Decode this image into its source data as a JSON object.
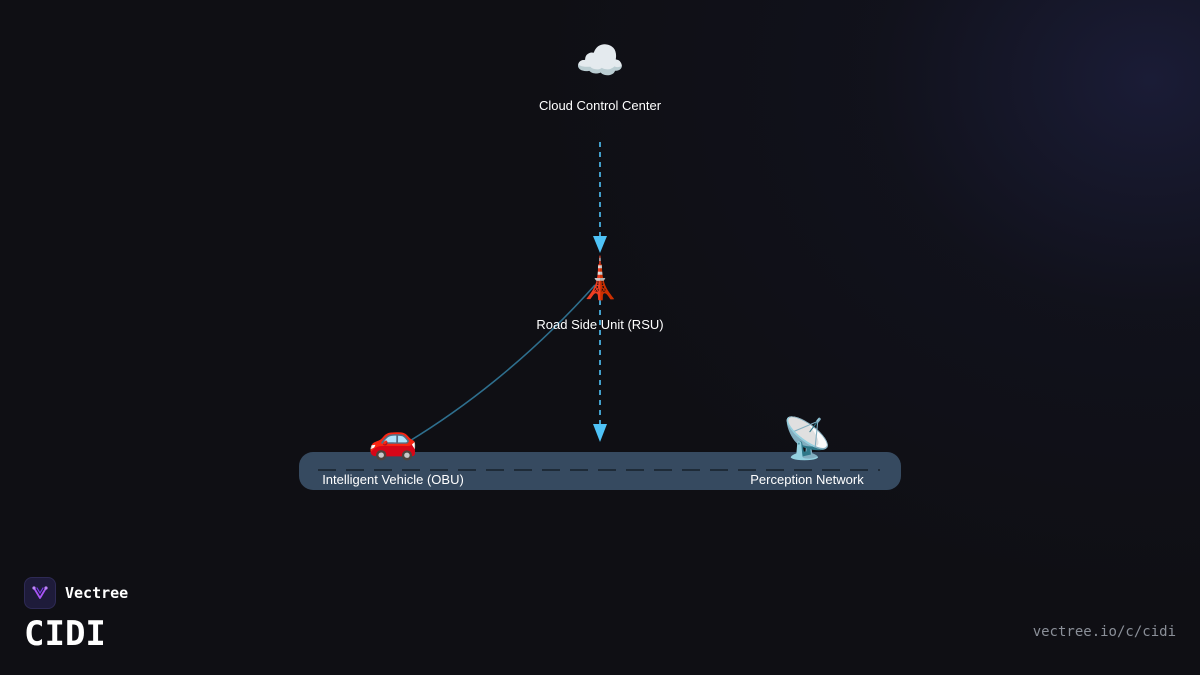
{
  "nodes": {
    "cloud": {
      "label": "Cloud Control Center",
      "icon": "cloud-icon",
      "glyph": "☁️"
    },
    "rsu": {
      "label": "Road Side Unit (RSU)",
      "icon": "tower-icon",
      "glyph": "🗼"
    },
    "vehicle": {
      "label": "Intelligent Vehicle (OBU)",
      "icon": "car-icon",
      "glyph": "🚗"
    },
    "perception": {
      "label": "Perception Network",
      "icon": "satellite-dish-icon",
      "glyph": "📡"
    }
  },
  "brand": {
    "name": "Vectree",
    "title": "CIDI",
    "url": "vectree.io/c/cidi",
    "logo_icon": "vectree-logo-icon"
  },
  "colors": {
    "background": "#0f0f14",
    "road": "#364a60",
    "link": "#4fc3f7",
    "curve": "#2e6f8e",
    "logo_accent": "#a855f7"
  }
}
